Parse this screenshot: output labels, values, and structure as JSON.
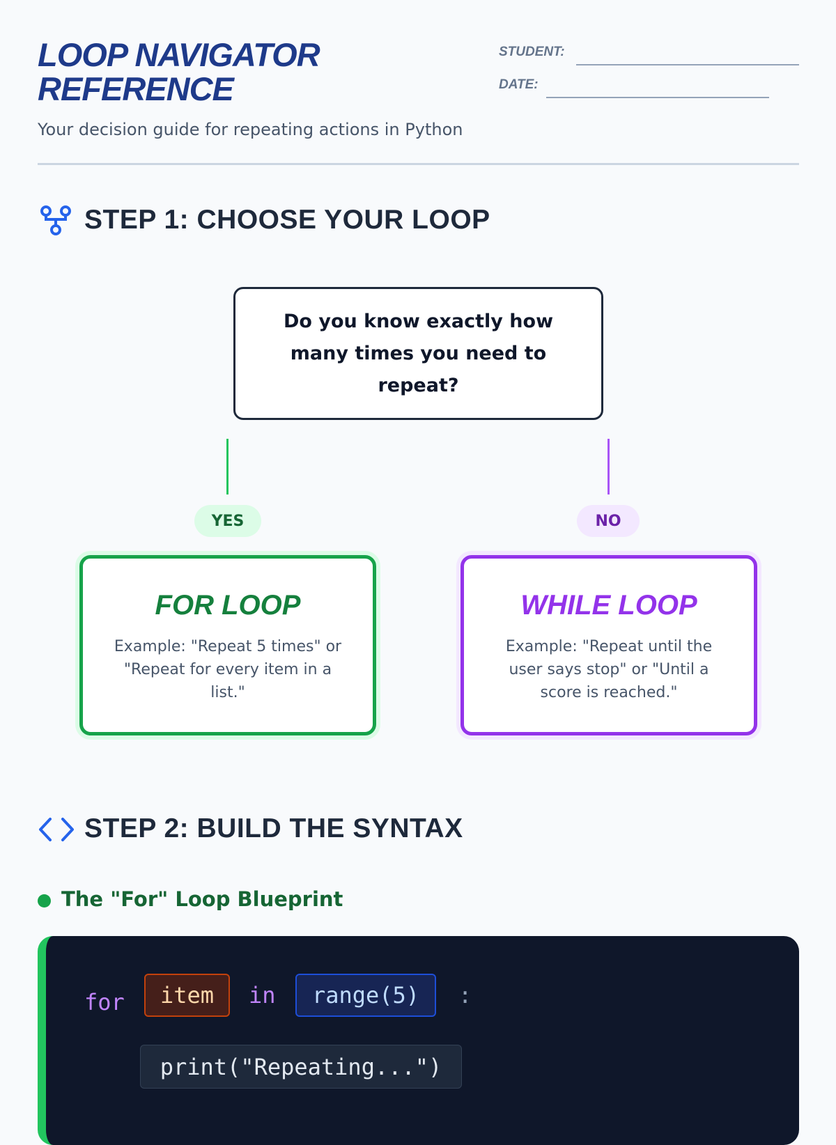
{
  "header": {
    "title_line1": "LOOP NAVIGATOR",
    "title_line2": "REFERENCE",
    "subtitle": "Your decision guide for repeating actions in Python",
    "student_label": "STUDENT:",
    "date_label": "DATE:"
  },
  "step1": {
    "heading": "STEP 1: CHOOSE YOUR LOOP",
    "question": "Do you know exactly how many times you need to repeat?",
    "yes": "YES",
    "no": "NO",
    "for_card": {
      "title": "FOR LOOP",
      "text": "Example: \"Repeat 5 times\" or \"Repeat for every item in a list.\""
    },
    "while_card": {
      "title": "WHILE LOOP",
      "text": "Example: \"Repeat until the user says stop\" or \"Until a score is reached.\""
    }
  },
  "step2": {
    "heading": "STEP 2: BUILD THE SYNTAX",
    "for_blueprint_title": "The \"For\" Loop Blueprint",
    "code": {
      "kw_for": "for",
      "var": "item",
      "kw_in": "in",
      "iter": "range(5)",
      "colon": ":",
      "body": "print(\"Repeating...\")"
    }
  },
  "colors": {
    "accent": "#2563eb",
    "for": "#16a34a",
    "while": "#9333ea",
    "title": "#1e3a8a"
  }
}
